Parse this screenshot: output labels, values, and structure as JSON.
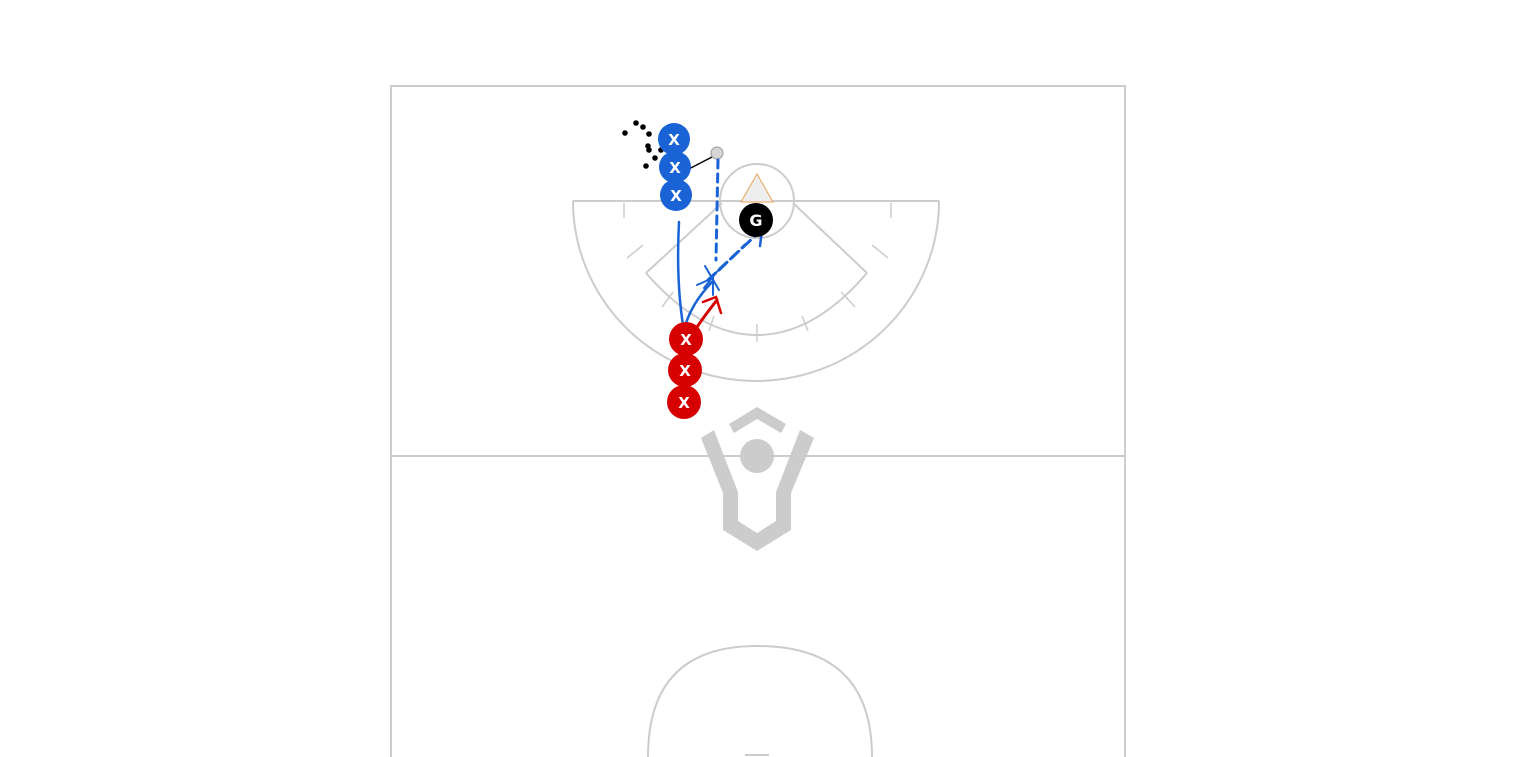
{
  "colors": {
    "field_lines": "#cccccc",
    "blue_team": "#1a63d6",
    "red_team": "#d60000",
    "goalie": "#000000",
    "goal_triangle": "#e8a25a",
    "ball": "#d6d6d6"
  },
  "players": {
    "blue_label": "X",
    "red_label": "X",
    "goalie_label": "G"
  },
  "icons": {
    "goal": "goal-triangle-icon",
    "ball": "ball-icon",
    "field_logo": "center-logo-icon"
  }
}
